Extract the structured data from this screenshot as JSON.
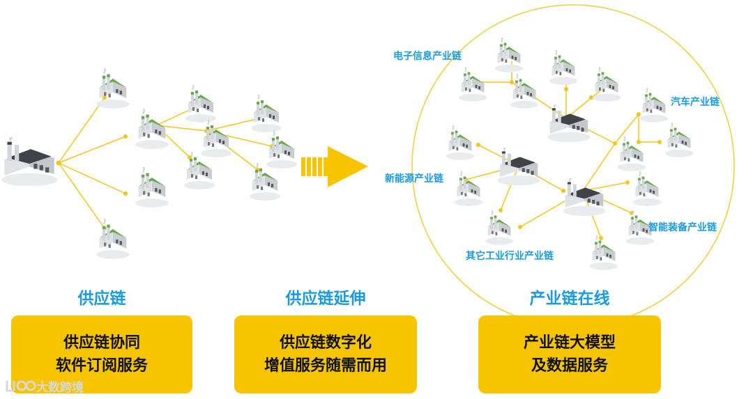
{
  "captions": {
    "stage1": "供应链",
    "stage2": "供应链延伸",
    "stage3": "产业链在线"
  },
  "boxes": {
    "stage1": [
      "供应链协同",
      "软件订阅服务"
    ],
    "stage2": [
      "供应链数字化",
      "增值服务随需而用"
    ],
    "stage3": [
      "产业链大模型",
      "及数据服务"
    ]
  },
  "chain_labels": {
    "electronics": "电子信息产业链",
    "auto": "汽车产业链",
    "new_energy": "新能源产业链",
    "equipment": "智能装备产业链",
    "other": "其它工业行业产业链"
  },
  "watermark": "大数跨境",
  "colors": {
    "accent": "#f7c500",
    "line": "#f5c518",
    "text_blue": "#1a9be0",
    "roof_green": "#6aa84f"
  }
}
